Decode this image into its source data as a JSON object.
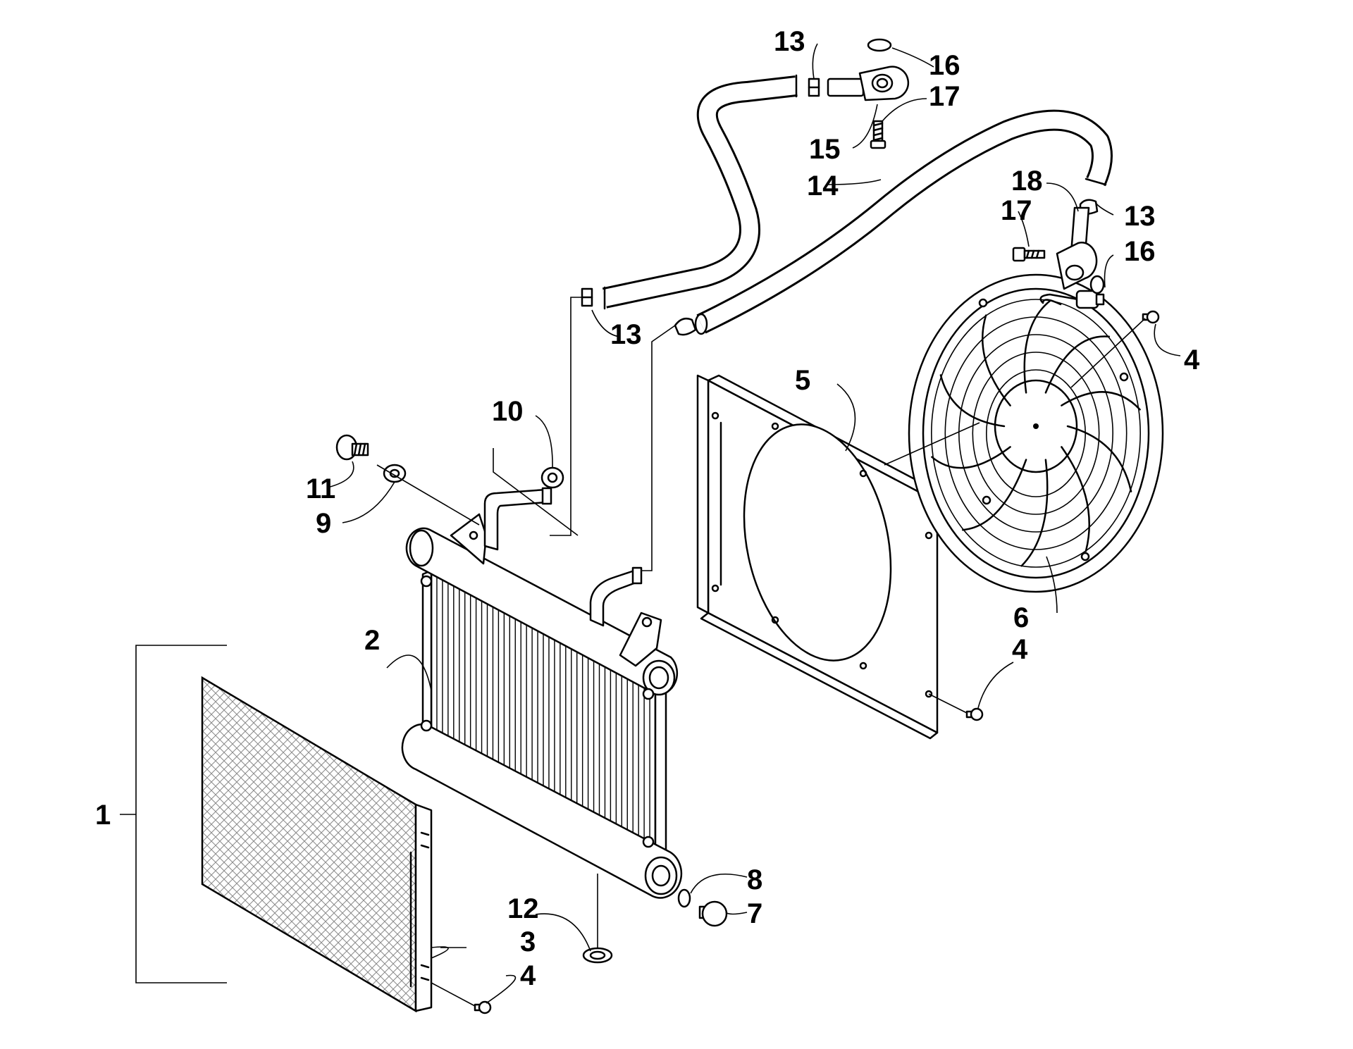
{
  "callouts": {
    "c1": "1",
    "c2": "2",
    "c3": "3",
    "c4a": "4",
    "c4b": "4",
    "c4c": "4",
    "c5": "5",
    "c6": "6",
    "c7": "7",
    "c8": "8",
    "c9": "9",
    "c10": "10",
    "c11": "11",
    "c12": "12",
    "c13a": "13",
    "c13b": "13",
    "c13c": "13",
    "c14": "14",
    "c15": "15",
    "c16a": "16",
    "c16b": "16",
    "c17a": "17",
    "c17b": "17",
    "c18": "18"
  }
}
